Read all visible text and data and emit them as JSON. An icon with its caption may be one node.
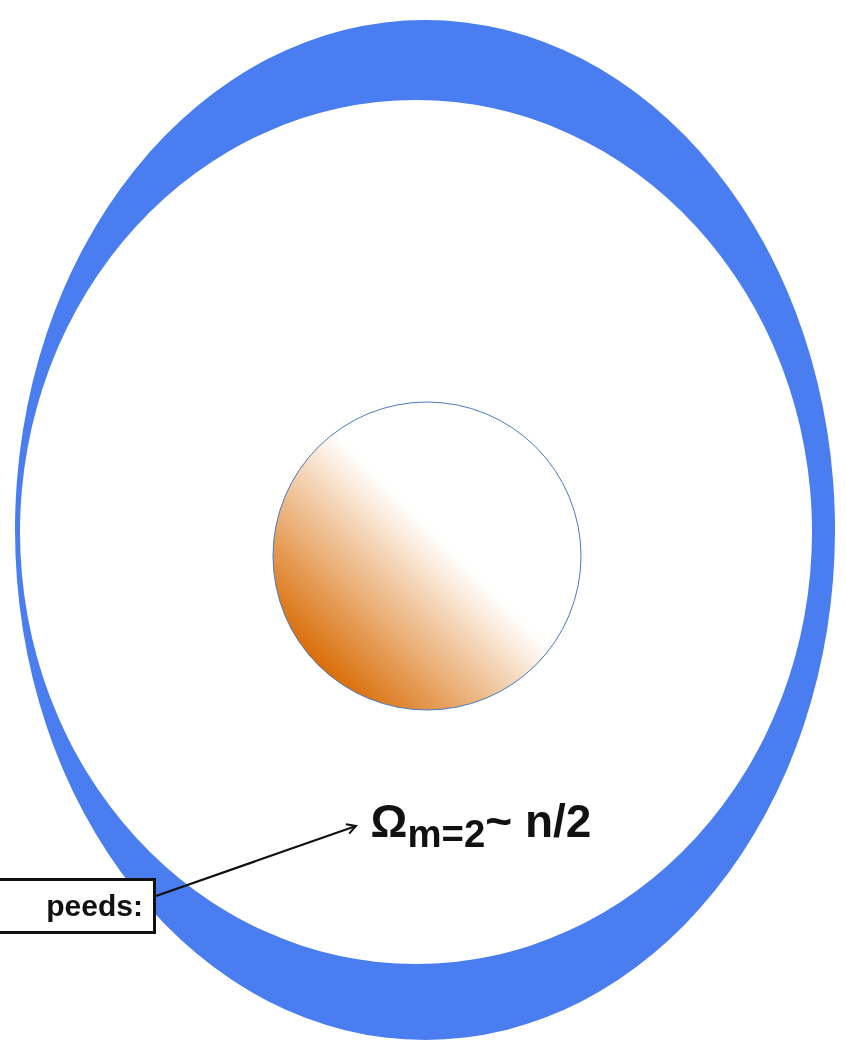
{
  "diagram": {
    "nodes": [
      {
        "text": [
          "Ω$_{m=2}$~ n/2"
        ]
      },
      {
        "text": [
          "peeds:"
        ]
      }
    ],
    "edges": [
      {
        "from": 1,
        "to": 0,
        "arrow": "to"
      }
    ]
  }
}
